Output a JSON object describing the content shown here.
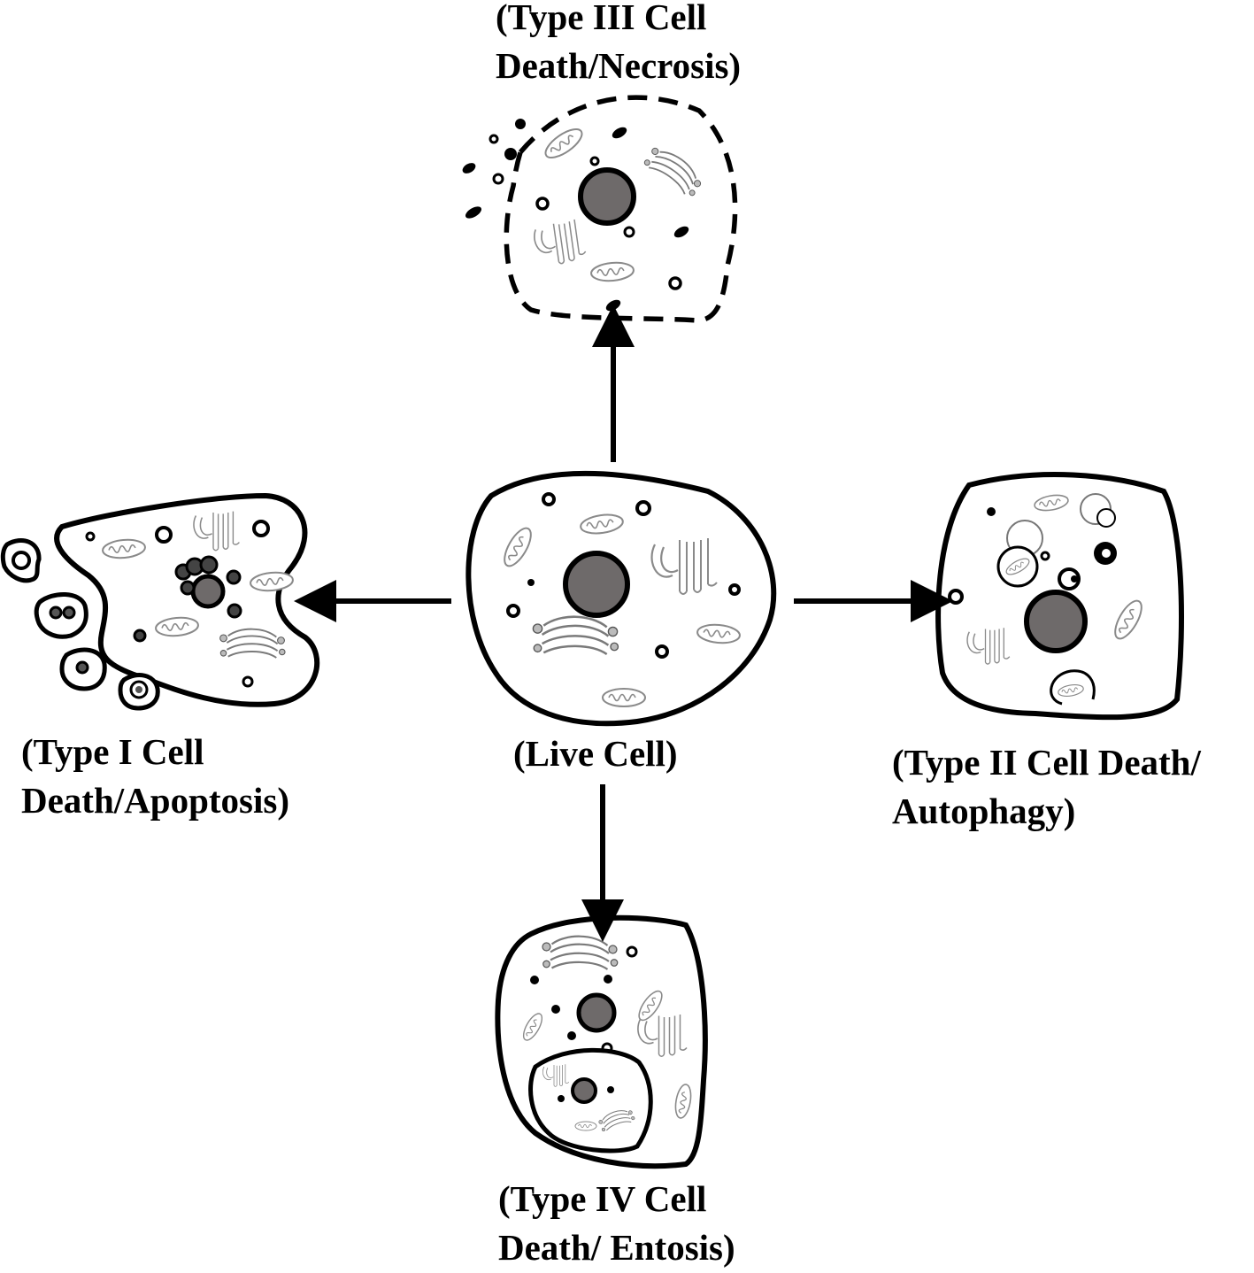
{
  "labels": {
    "necrosis": {
      "line1": "(Type III Cell",
      "line2": "Death/Necrosis)"
    },
    "apoptosis": {
      "line1": "(Type I Cell",
      "line2": "Death/Apoptosis)"
    },
    "live": {
      "line1": "(Live Cell)"
    },
    "autophagy": {
      "line1": "(Type II Cell Death/",
      "line2": "Autophagy)"
    },
    "entosis": {
      "line1": "(Type IV Cell",
      "line2": "Death/ Entosis)"
    }
  },
  "colors": {
    "outline": "#000000",
    "nucleus": "#6e6a6a",
    "organelle": "#8a8a8a",
    "background": "#ffffff"
  }
}
